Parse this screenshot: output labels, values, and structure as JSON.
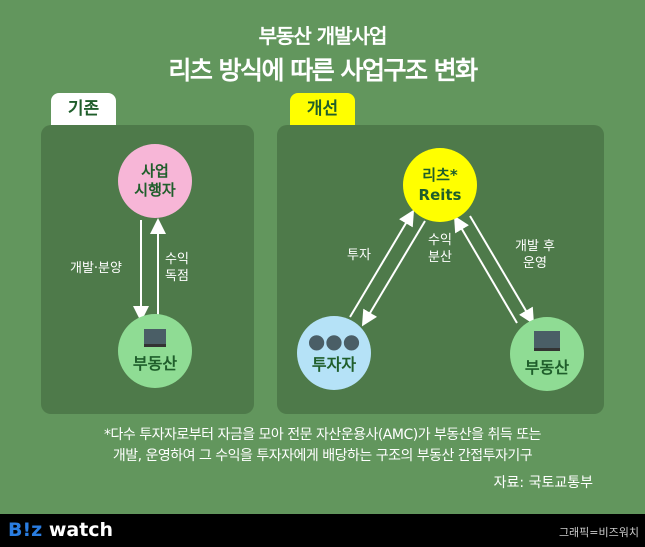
{
  "title": {
    "line1": "부동산 개발사업",
    "line2": "리츠 방식에 따른 사업구조 변화"
  },
  "before": {
    "tab": "기존",
    "developer": {
      "l1": "사업",
      "l2": "시행자"
    },
    "real_estate": "부동산",
    "arrow_down": "개발·분양",
    "arrow_up": {
      "l1": "수익",
      "l2": "독점"
    }
  },
  "after": {
    "tab": "개선",
    "reits": {
      "l1": "리츠*",
      "l2": "Reits"
    },
    "investor": "투자자",
    "real_estate": "부동산",
    "invest": "투자",
    "profit": {
      "l1": "수익",
      "l2": "분산"
    },
    "operate": {
      "l1": "개발 후",
      "l2": "운영"
    }
  },
  "note": {
    "l1": "*다수 투자자로부터 자금을 모아 전문 자산운용사(AMC)가 부동산을 취득 또는",
    "l2": "개발, 운영하여 그 수익을 투자자에게 배당하는 구조의 부동산 간접투자기구"
  },
  "source": "자료: 국토교통부",
  "footer": {
    "logo_b": "B!z",
    "logo_w": " watch",
    "credit": "그래픽=비즈워치"
  },
  "colors": {
    "bg": "#62965d",
    "panel": "#4e7a4a",
    "reits": "#ffff00",
    "developer": "#f7b6d7",
    "investor": "#b5e2f7",
    "real_estate": "#8fdc94"
  }
}
